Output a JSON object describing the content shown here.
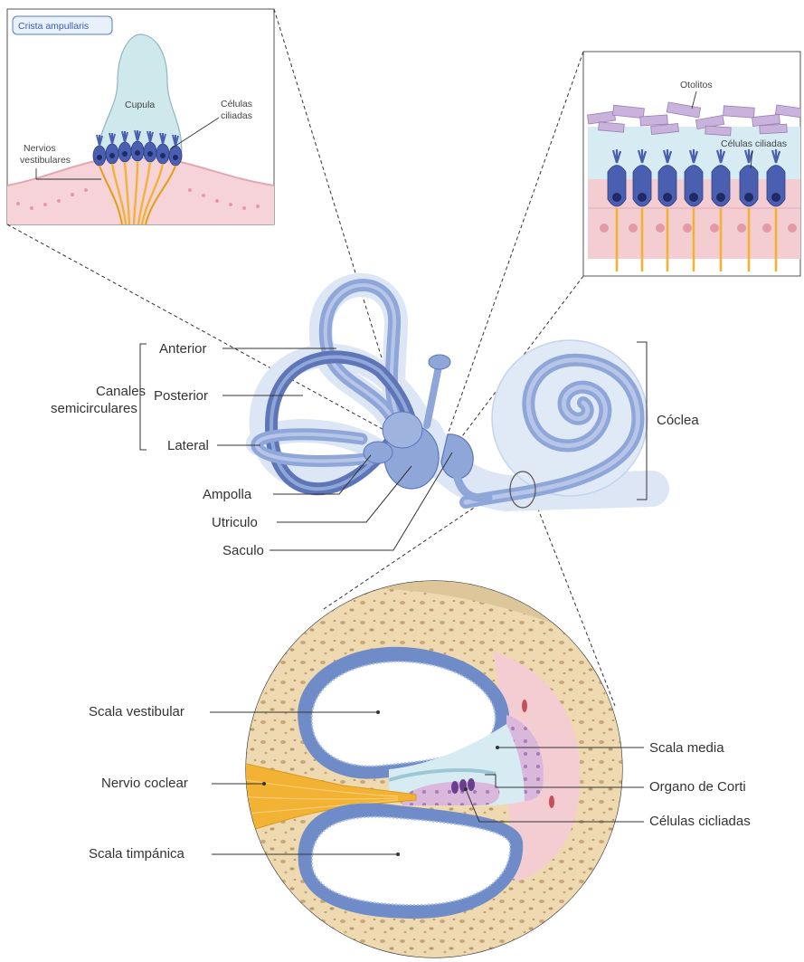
{
  "colors": {
    "bone": "#eed9b0",
    "bone_spot": "#b89a6c",
    "membrane": "#8fa6d8",
    "membrane_dark": "#5e76b8",
    "fluid": "#d6ecf2",
    "tissue": "#f4cdd3",
    "hair_cell": "#4a5fb0",
    "nerve": "#f2b335",
    "otolith": "#c9b2db",
    "leader": "#333333"
  },
  "inset_crista": {
    "badge": "Crista ampullaris",
    "cupula": "Cupula",
    "hair_cells": [
      "Células",
      "ciliadas"
    ],
    "nerves": [
      "Nervios",
      "vestibulares"
    ]
  },
  "inset_macula": {
    "otoliths": "Otolitos",
    "hair_cells": "Células ciliadas"
  },
  "labyrinth": {
    "group_label": [
      "Canales",
      "semicirculares"
    ],
    "anterior": "Anterior",
    "posterior": "Posterior",
    "lateral": "Lateral",
    "ampulla": "Ampolla",
    "utricle": "Utriculo",
    "saccule": "Saculo",
    "cochlea": "Cóclea"
  },
  "cross_section": {
    "scala_vestibuli": "Scala vestibular",
    "cochlear_nerve": "Nervio coclear",
    "scala_tympani": "Scala timpánica",
    "scala_media": "Scala media",
    "organ_of_corti": "Organo de Corti",
    "hair_cells": "Células cicliadas"
  }
}
